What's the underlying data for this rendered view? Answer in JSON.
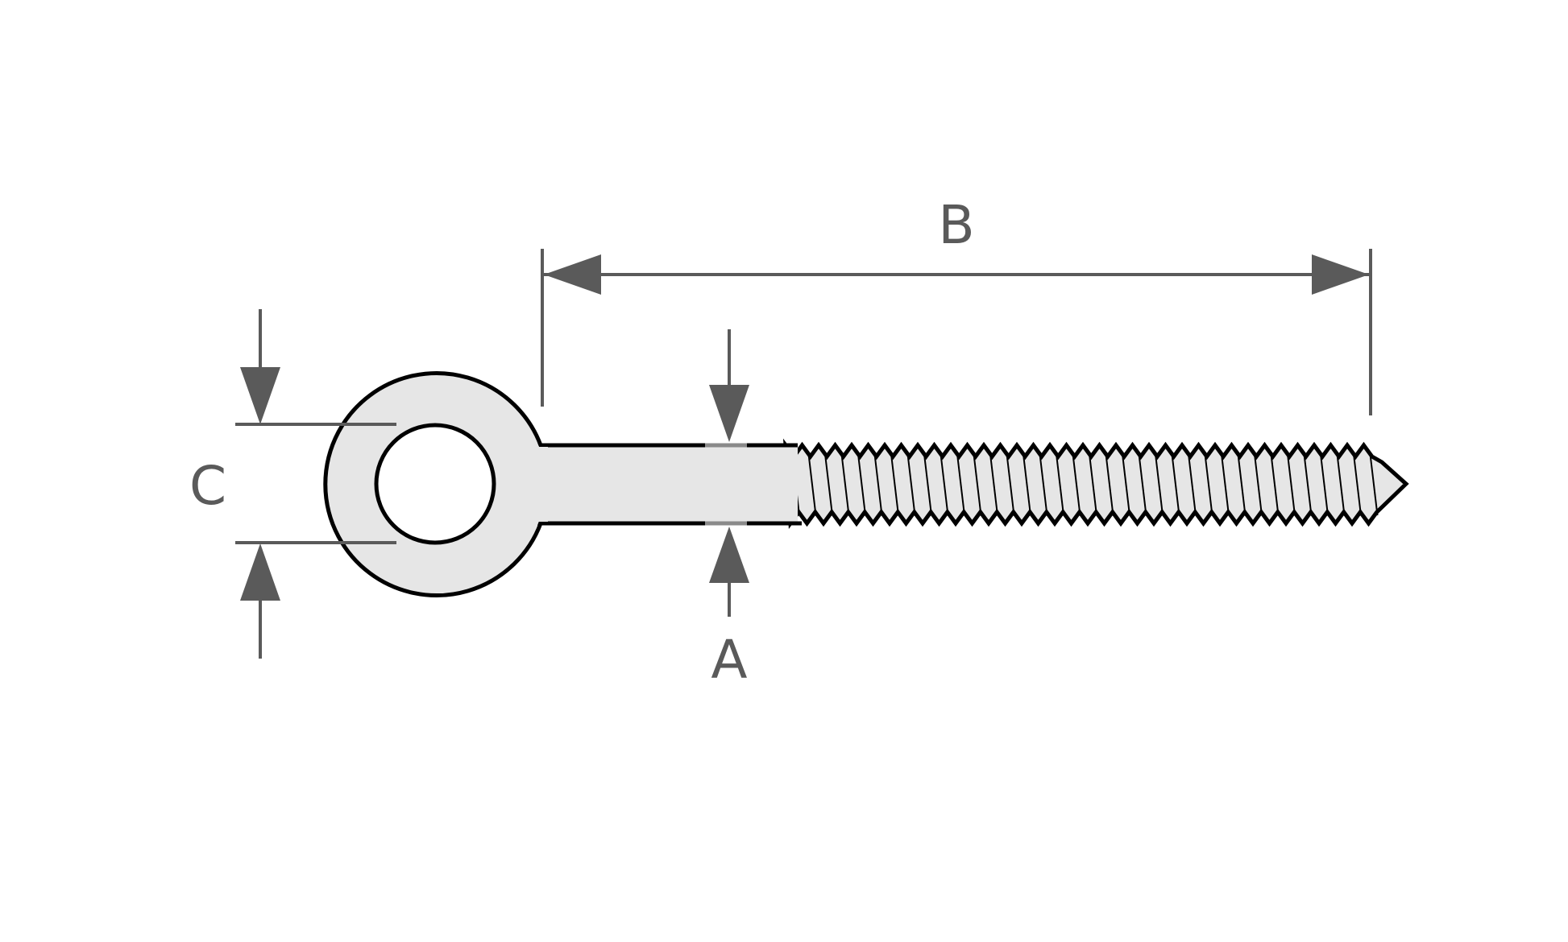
{
  "diagram": {
    "labels": {
      "a": "A",
      "b": "B",
      "c": "C"
    },
    "colors": {
      "dimension": "#5a5a5a",
      "part_fill": "#e6e6e6",
      "outline": "#000000",
      "background": "#ffffff"
    }
  }
}
